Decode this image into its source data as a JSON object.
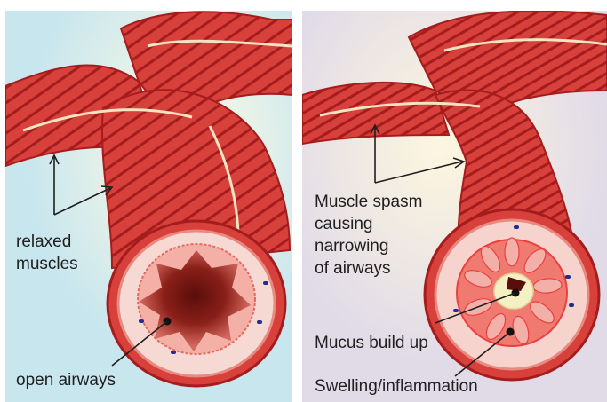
{
  "colors": {
    "left_background": "#c8e6ee",
    "right_background": "#e1dbe8",
    "muscle": "#d8403c",
    "muscle_dark": "#a41c1c",
    "airway_pink": "#f6b9b4",
    "nerve": "#f3e4c2",
    "lumen_dark": "#6d1410",
    "mucus": "#f5efc4",
    "swelling_red": "#e94040"
  },
  "left_panel": {
    "labels": {
      "relaxed_line1": "relaxed",
      "relaxed_line2": "muscles",
      "open_airways": "open airways"
    }
  },
  "right_panel": {
    "labels": {
      "spasm_line1": "Muscle spasm",
      "spasm_line2": "causing",
      "spasm_line3": "narrowing",
      "spasm_line4": "of airways",
      "mucus": "Mucus build up",
      "swelling": "Swelling/inflammation"
    }
  }
}
